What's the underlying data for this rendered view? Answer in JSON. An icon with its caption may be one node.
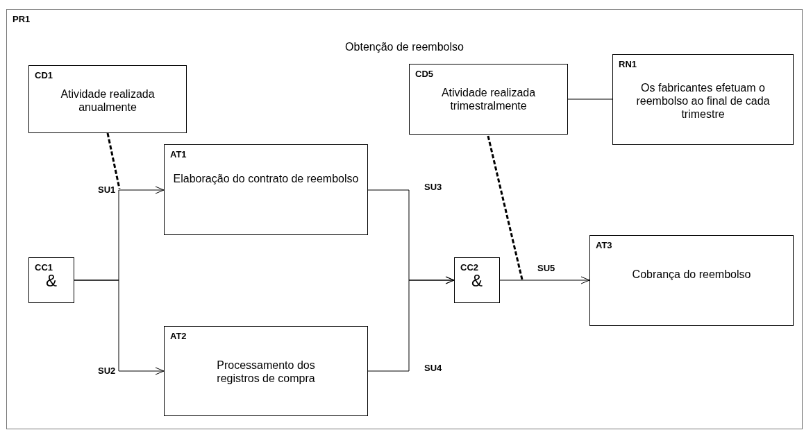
{
  "diagram": {
    "nodes": [
      {
        "text": [
          "PR1",
          "Obtenção de reembolso"
        ]
      },
      {
        "text": [
          "CD1",
          "Atividade realizada anualmente"
        ],
        "in": 0
      },
      {
        "text": [
          "AT1",
          "Elaboração do contrato de reembolso"
        ],
        "in": 0
      },
      {
        "text": [
          "CC1",
          "&"
        ],
        "in": 0
      },
      {
        "text": [
          "AT2",
          "Processamento dos registros de compra"
        ],
        "in": 0
      },
      {
        "text": [
          "CC2",
          "&"
        ],
        "in": 0
      },
      {
        "text": [
          "CD5",
          "Atividade realizada trimestralmente"
        ],
        "in": 0
      },
      {
        "text": [
          "RN1",
          "Os fabricantes efetuam o reembolso ao final de cada trimestre"
        ],
        "in": 0
      },
      {
        "text": [
          "AT3",
          "Cobrança do reembolso"
        ],
        "in": 0
      }
    ],
    "edges": [
      {
        "from": 3,
        "to": 2,
        "arrow": "to",
        "label": "SU1"
      },
      {
        "from": 3,
        "to": 4,
        "arrow": "to",
        "label": "SU2"
      },
      {
        "from": 2,
        "to": 5,
        "arrow": "to",
        "label": "SU3"
      },
      {
        "from": 4,
        "to": 5,
        "arrow": "to",
        "label": "SU4"
      },
      {
        "from": 5,
        "to": 8,
        "arrow": "to",
        "label": "SU5"
      },
      {
        "from": 1,
        "to": null,
        "arrow": "none",
        "style": "dashed"
      },
      {
        "from": 6,
        "to": null,
        "arrow": "none",
        "style": "dashed"
      },
      {
        "from": 6,
        "to": 7,
        "arrow": "none"
      }
    ]
  }
}
